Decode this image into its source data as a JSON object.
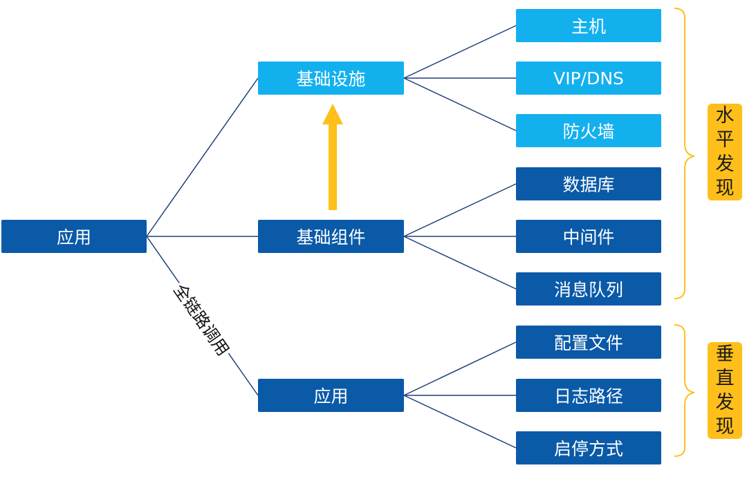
{
  "root": {
    "label": "应用"
  },
  "level2": [
    {
      "label": "基础设施"
    },
    {
      "label": "基础组件"
    },
    {
      "label": "应用"
    }
  ],
  "leaves": [
    {
      "label": "主机"
    },
    {
      "label": "VIP/DNS"
    },
    {
      "label": "防火墙"
    },
    {
      "label": "数据库"
    },
    {
      "label": "中间件"
    },
    {
      "label": "消息队列"
    },
    {
      "label": "配置文件"
    },
    {
      "label": "日志路径"
    },
    {
      "label": "启停方式"
    }
  ],
  "edge_label": "全链路调用",
  "tags": {
    "horizontal": [
      "水",
      "平",
      "发",
      "现"
    ],
    "vertical": [
      "垂",
      "直",
      "发",
      "现"
    ]
  },
  "colors": {
    "dark_box": "#0a5aa8",
    "light_box": "#13b0ee",
    "line": "#1e3f78",
    "accent": "#ffbf1b"
  }
}
